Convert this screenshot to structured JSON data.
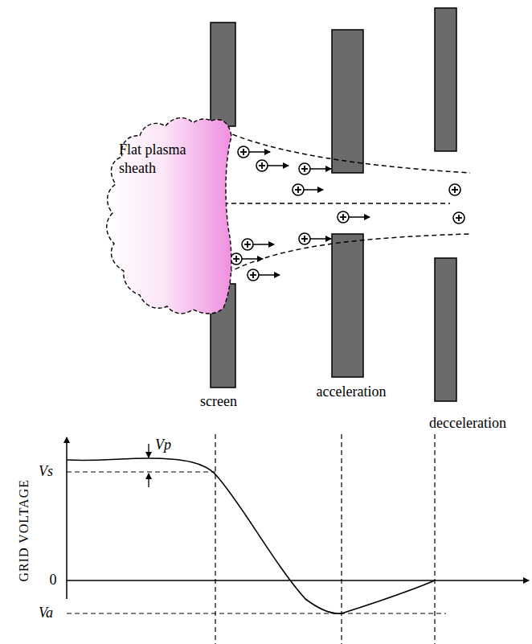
{
  "diagram": {
    "nodes": [
      {
        "text": [
          "Flat plasma sheath"
        ]
      }
    ],
    "labels": [
      "screen",
      "acceleration",
      "decceleration",
      "GRID VOLTAGE",
      "Vp",
      "Vs",
      "0",
      "Va"
    ]
  }
}
